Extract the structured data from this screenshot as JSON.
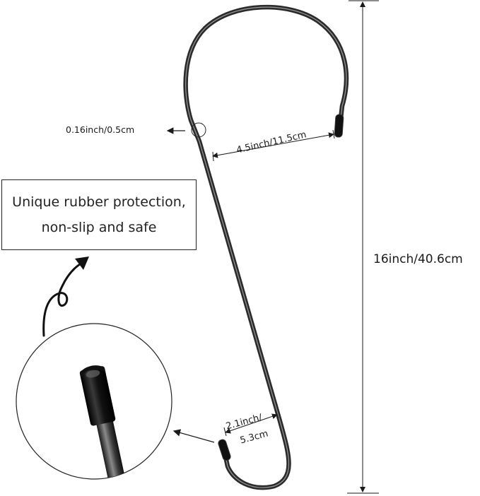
{
  "diagram": {
    "subject": "S-shaped hook with rubber tips",
    "colors": {
      "background": "#ffffff",
      "hook_metal": "#2b2b2b",
      "hook_highlight": "#9a9a9a",
      "rubber_tip": "#111111",
      "annotation_lines": "#1a1a1a"
    },
    "dimensions": {
      "wire_thickness": "0.16inch/0.5cm",
      "top_hook_width": "4.5inch/11.5cm",
      "total_height": "16inch/40.6cm",
      "bottom_hook_width_line1": "2.1inch/",
      "bottom_hook_width_line2": "5.3cm"
    },
    "callout": {
      "line1": "Unique rubber protection,",
      "line2": "non-slip and safe"
    },
    "icons": {
      "curly_arrow": "curly-arrow-icon",
      "magnifier_circle": "rubber-tip-closeup"
    }
  }
}
